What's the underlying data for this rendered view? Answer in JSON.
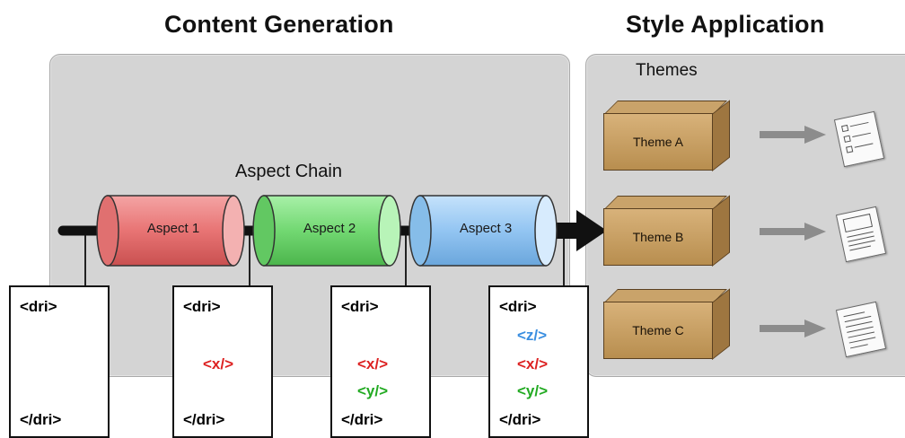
{
  "headings": {
    "content_generation": "Content Generation",
    "style_application": "Style Application"
  },
  "labels": {
    "themes": "Themes",
    "aspect_chain": "Aspect Chain"
  },
  "aspects": [
    "Aspect 1",
    "Aspect 2",
    "Aspect 3"
  ],
  "themes": [
    "Theme A",
    "Theme B",
    "Theme C"
  ],
  "documents": [
    {
      "open": "<dri>",
      "close": "</dri>"
    },
    {
      "open": "<dri>",
      "x": "<x/>",
      "close": "</dri>"
    },
    {
      "open": "<dri>",
      "x": "<x/>",
      "y": "<y/>",
      "close": "</dri>"
    },
    {
      "open": "<dri>",
      "z": "<z/>",
      "x": "<x/>",
      "y": "<y/>",
      "close": "</dri>"
    }
  ],
  "colors": {
    "aspect1": "#e87070",
    "aspect2": "#6fd86f",
    "aspect3": "#8ec3f2",
    "theme": "#c9a36a",
    "tag_x": "#dd2222",
    "tag_y": "#22aa22",
    "tag_z": "#3a8ee0"
  }
}
